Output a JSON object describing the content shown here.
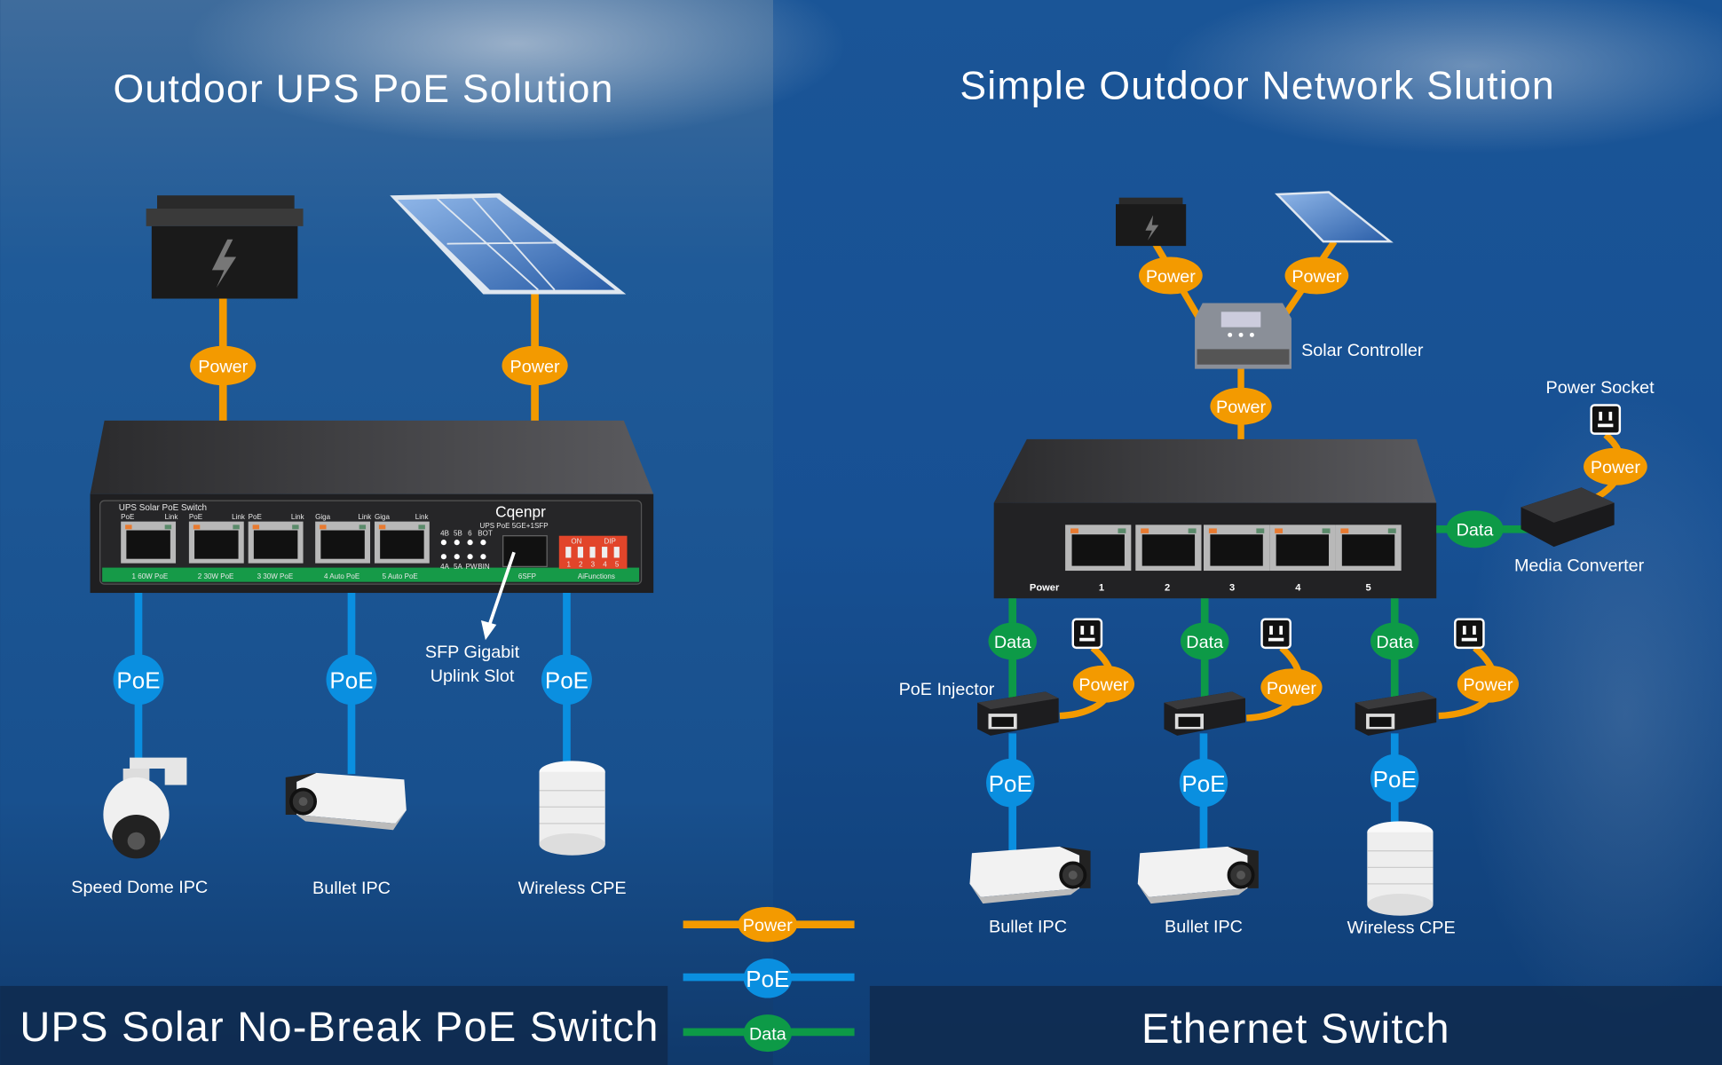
{
  "left": {
    "title": "Outdoor UPS PoE Solution",
    "footer": "UPS Solar No-Break PoE Switch",
    "power_label": "Power",
    "poe_label": "PoE",
    "switch": {
      "model_line": "UPS Solar PoE Switch",
      "brand": "Cqenpr",
      "subtitle": "UPS PoE 5GE+1SFP",
      "port_labels": [
        "1  60W PoE",
        "2  30W PoE",
        "3  30W PoE",
        "4  Auto PoE",
        "5  Auto PoE"
      ],
      "port_top_left": [
        "PoE",
        "PoE",
        "PoE",
        "Giga",
        "Giga"
      ],
      "port_top_right": "Link",
      "led_top": [
        "4B",
        "5B",
        "6",
        "BOT"
      ],
      "led_bottom": [
        "4A",
        "5A",
        "PW",
        "BIN"
      ],
      "sfp_label": "6SFP",
      "dip_on": "ON",
      "dip_dip": "DIP",
      "dip_numbers": [
        "1",
        "2",
        "3",
        "4",
        "5"
      ],
      "dip_caption": "AiFunctions"
    },
    "sfp_callout": [
      "SFP Gigabit",
      "Uplink Slot"
    ],
    "devices": [
      "Speed Dome IPC",
      "Bullet IPC",
      "Wireless CPE"
    ]
  },
  "right": {
    "title": "Simple Outdoor Network Slution",
    "footer": "Ethernet Switch",
    "power_label": "Power",
    "poe_label": "PoE",
    "data_label": "Data",
    "solar_controller": "Solar Controller",
    "power_socket": "Power Socket",
    "media_converter": "Media Converter",
    "poe_injector": "PoE Injector",
    "switch": {
      "power_text": "Power",
      "port_numbers": [
        "1",
        "2",
        "3",
        "4",
        "5"
      ]
    },
    "devices": [
      "Bullet IPC",
      "Bullet IPC",
      "Wireless CPE"
    ]
  },
  "legend": [
    {
      "label": "Power",
      "color": "#f39a00"
    },
    {
      "label": "PoE",
      "color": "#0a8fe0"
    },
    {
      "label": "Data",
      "color": "#0d9a47"
    }
  ],
  "colors": {
    "power": "#f39a00",
    "poe": "#0a8fe0",
    "data": "#0d9a47",
    "background": "#17508f",
    "footer_bar": "#0f2a4e"
  }
}
